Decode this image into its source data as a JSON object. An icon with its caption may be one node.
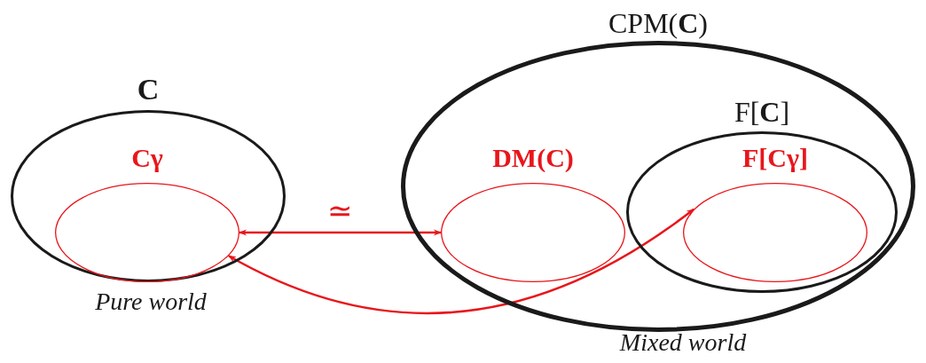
{
  "diagram": {
    "nodes": [
      {
        "text": [
          "C"
        ],
        "beside": [
          "Pure world"
        ]
      },
      {
        "text": [
          "Cγ"
        ],
        "in": 0
      },
      {
        "text": [
          "CPM(**C**)"
        ],
        "beside": [
          "Mixed world"
        ]
      },
      {
        "text": [
          "DM(C)"
        ],
        "in": 2
      },
      {
        "text": [
          "F[**C**]"
        ],
        "in": 2
      },
      {
        "text": [
          "F[Cγ]"
        ],
        "in": 4
      }
    ],
    "edges": [
      {
        "from": 1,
        "to": 3,
        "arrow": "both",
        "label": "≃"
      },
      {
        "from": 1,
        "to": 5,
        "arrow": "both"
      }
    ]
  }
}
